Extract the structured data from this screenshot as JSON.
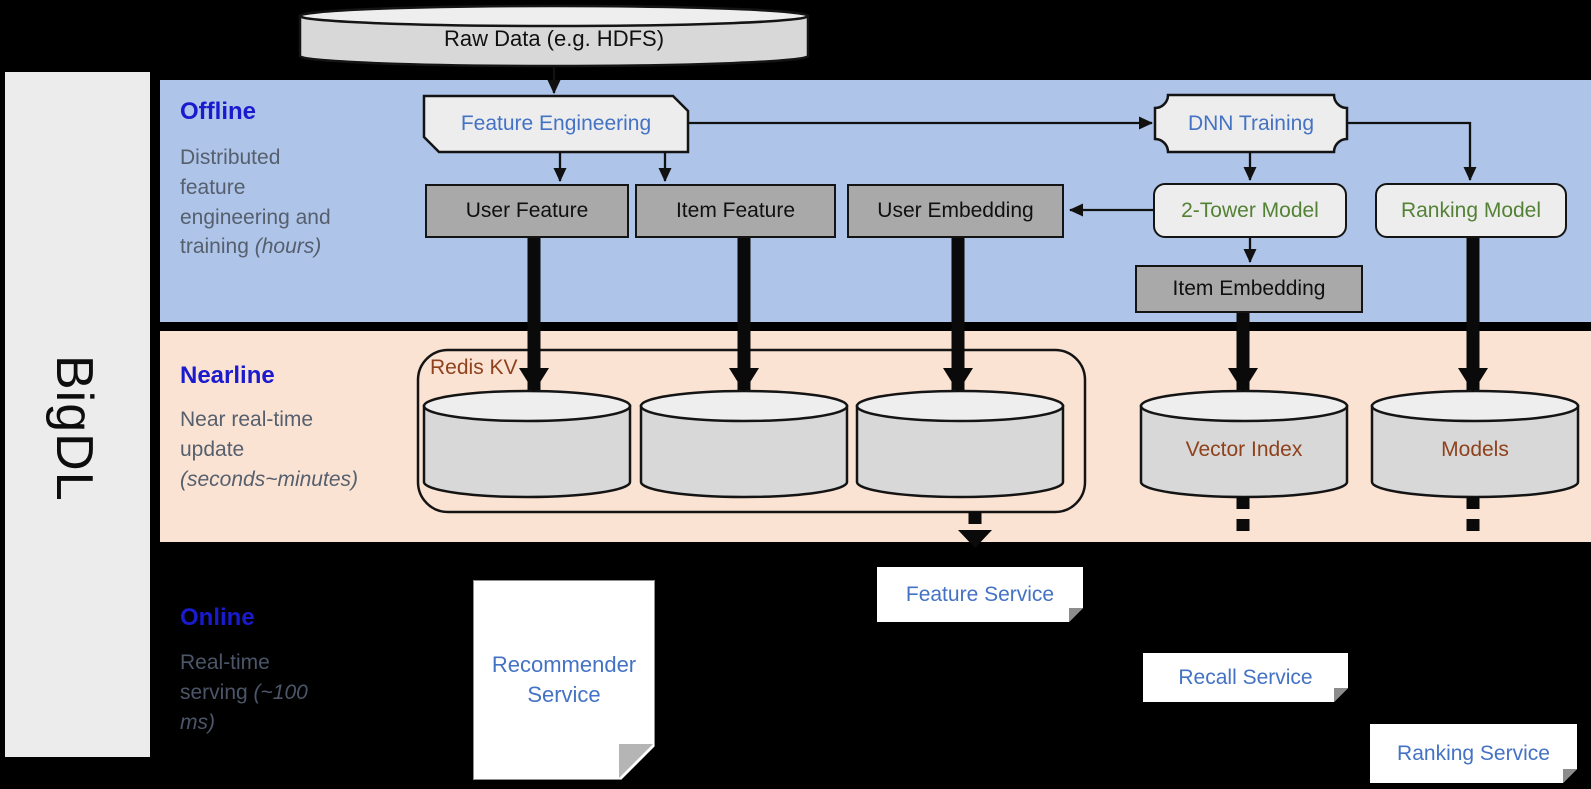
{
  "brand": "BigDL",
  "raw_data_label": "Raw Data (e.g. HDFS)",
  "lanes": {
    "offline": {
      "title": "Offline",
      "subtitle": "Distributed feature engineering and training",
      "subtitle_paren": "(hours)"
    },
    "nearline": {
      "title": "Nearline",
      "subtitle": "Near real-time update",
      "subtitle_paren": "(seconds~minutes)"
    },
    "online": {
      "title": "Online",
      "subtitle": "Real-time serving",
      "subtitle_paren": "(~100 ms)"
    }
  },
  "nodes": {
    "feature_engineering": "Feature Engineering",
    "dnn_training": "DNN Training",
    "user_feature": "User Feature",
    "item_feature": "Item Feature",
    "user_embedding": "User Embedding",
    "two_tower_model": "2-Tower Model",
    "ranking_model": "Ranking Model",
    "item_embedding": "Item Embedding",
    "redis_kv": "Redis KV",
    "vector_index": "Vector Index",
    "models": "Models",
    "recommender_service": "Recommender Service",
    "feature_service": "Feature Service",
    "recall_service": "Recall Service",
    "ranking_service": "Ranking Service"
  },
  "colors": {
    "offline_band": "#aec4e8",
    "nearline_band": "#fbe3d3",
    "online_band": "#000000",
    "lane_title_blue": "#1a1ace",
    "node_text_blue": "#4472c4",
    "model_text_green": "#548235",
    "storage_text_brown": "#8e411c",
    "gray_box": "#a9a9a9",
    "light_box": "#ededed",
    "cylinder": "#d8d8d8",
    "sidebar": "#ececec"
  }
}
